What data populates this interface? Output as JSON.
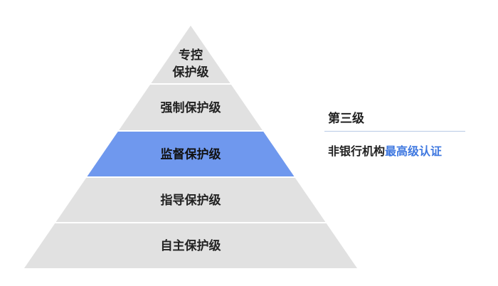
{
  "pyramid": {
    "levels": [
      {
        "lines": [
          "专控",
          "保护级"
        ],
        "highlighted": false
      },
      {
        "lines": [
          "强制保护级"
        ],
        "highlighted": false
      },
      {
        "lines": [
          "监督保护级"
        ],
        "highlighted": true
      },
      {
        "lines": [
          "指导保护级"
        ],
        "highlighted": false
      },
      {
        "lines": [
          "自主保护级"
        ],
        "highlighted": false
      }
    ],
    "colors": {
      "base": "#e1e1e1",
      "highlight": "#6f98ee",
      "separator": "#ffffff"
    }
  },
  "legend": {
    "title": "第三级",
    "description_prefix": "非银行机构",
    "description_highlight": "最高级认证"
  }
}
